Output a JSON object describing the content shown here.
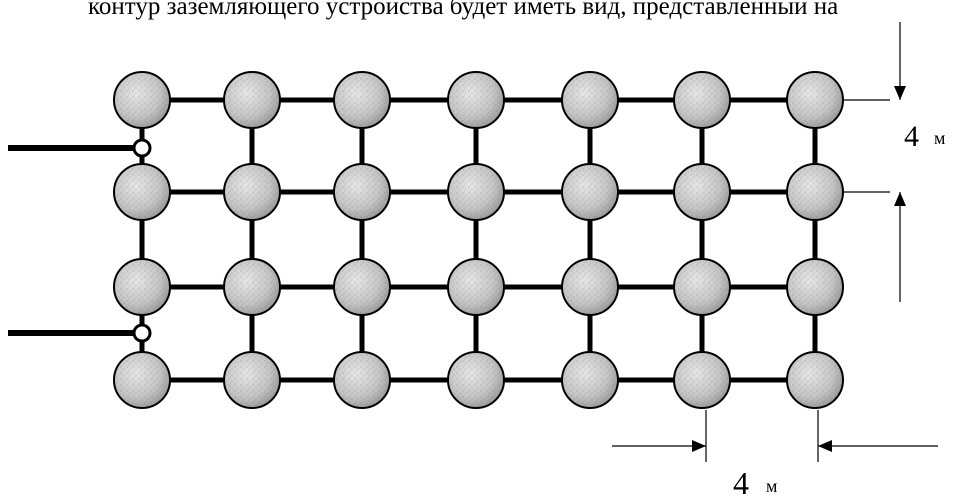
{
  "caption": "контур заземляющего устройства будет иметь вид, представленный на",
  "grid": {
    "rows": 4,
    "columns": 7
  },
  "feeders": 2,
  "dimensions": {
    "vertical": {
      "value": "4",
      "unit": "м"
    },
    "horizontal": {
      "value": "4",
      "unit": "м"
    }
  },
  "colors": {
    "ink": "#000000",
    "electrode_fill": "#c9c9c9",
    "electrode_dark": "#8d8d8d"
  }
}
